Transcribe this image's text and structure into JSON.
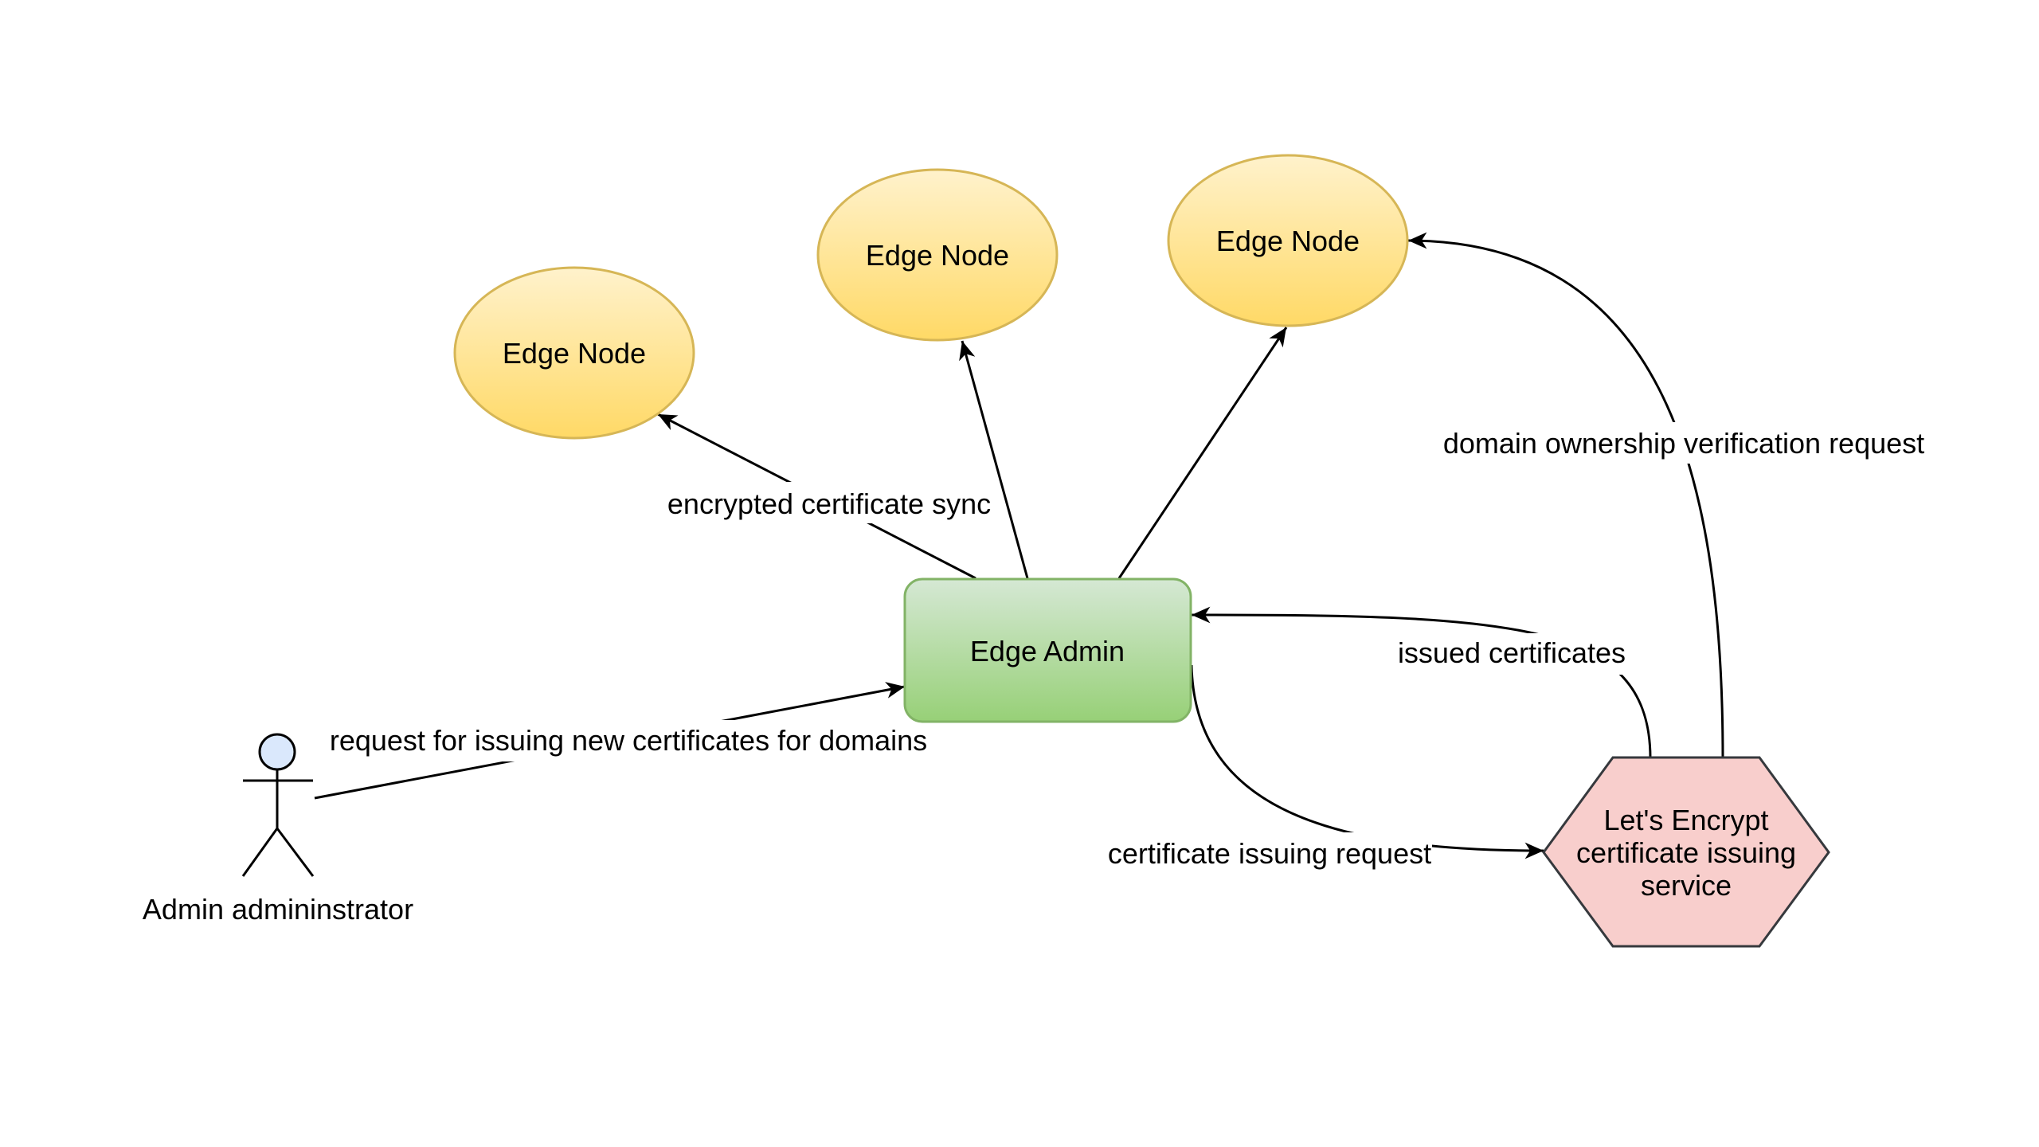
{
  "diagram": {
    "nodes": {
      "edge_node_1": {
        "label": "Edge Node",
        "shape": "ellipse",
        "colors": {
          "fill_top": "#fff2cc",
          "fill_bottom": "#ffd966",
          "stroke": "#d6b656"
        }
      },
      "edge_node_2": {
        "label": "Edge Node",
        "shape": "ellipse",
        "colors": {
          "fill_top": "#fff2cc",
          "fill_bottom": "#ffd966",
          "stroke": "#d6b656"
        }
      },
      "edge_node_3": {
        "label": "Edge Node",
        "shape": "ellipse",
        "colors": {
          "fill_top": "#fff2cc",
          "fill_bottom": "#ffd966",
          "stroke": "#d6b656"
        }
      },
      "edge_admin": {
        "label": "Edge Admin",
        "shape": "rounded-rect",
        "colors": {
          "fill_top": "#d5e8d4",
          "fill_bottom": "#97d077",
          "stroke": "#82b366"
        }
      },
      "lets_encrypt": {
        "label_lines": [
          "Let's Encrypt",
          "certificate issuing",
          "service"
        ],
        "shape": "hexagon",
        "colors": {
          "fill": "#f8cecc",
          "stroke": "#36393d"
        }
      },
      "actor": {
        "label": "Admin admininstrator",
        "shape": "stick-figure",
        "colors": {
          "head_fill": "#dae8fc",
          "stroke": "#000000"
        }
      }
    },
    "edges": {
      "request": {
        "label": "request for issuing new certificates for domains",
        "from": "actor",
        "to": "edge_admin"
      },
      "sync": {
        "label": "encrypted certificate sync",
        "from": "edge_admin",
        "to": [
          "edge_node_1",
          "edge_node_2",
          "edge_node_3"
        ]
      },
      "issuing_request": {
        "label": "certificate issuing request",
        "from": "edge_admin",
        "to": "lets_encrypt"
      },
      "issued": {
        "label": "issued certificates",
        "from": "lets_encrypt",
        "to": "edge_admin"
      },
      "verification": {
        "label": "domain ownership verification request",
        "from": "lets_encrypt",
        "to": "edge_node_3"
      }
    }
  }
}
